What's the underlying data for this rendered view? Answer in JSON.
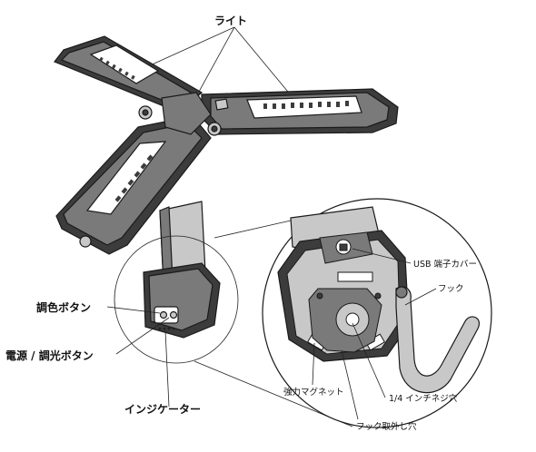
{
  "labels": {
    "light": "ライト",
    "color_button": "調色ボタン",
    "power_dimmer_button": "電源 / 調光ボタン",
    "indicator": "インジケーター",
    "usb_cover": "USB 端子カバー",
    "hook": "フック",
    "magnet": "強力マグネット",
    "screw_hole": "1/4 インチネジ穴",
    "hook_hole": "フック取外し穴"
  },
  "colors": {
    "body_dark": "#3c3c3c",
    "body_mid": "#7a7a7a",
    "body_light": "#c8c8c8",
    "outline": "#1a1a1a",
    "panel": "#ffffff"
  }
}
